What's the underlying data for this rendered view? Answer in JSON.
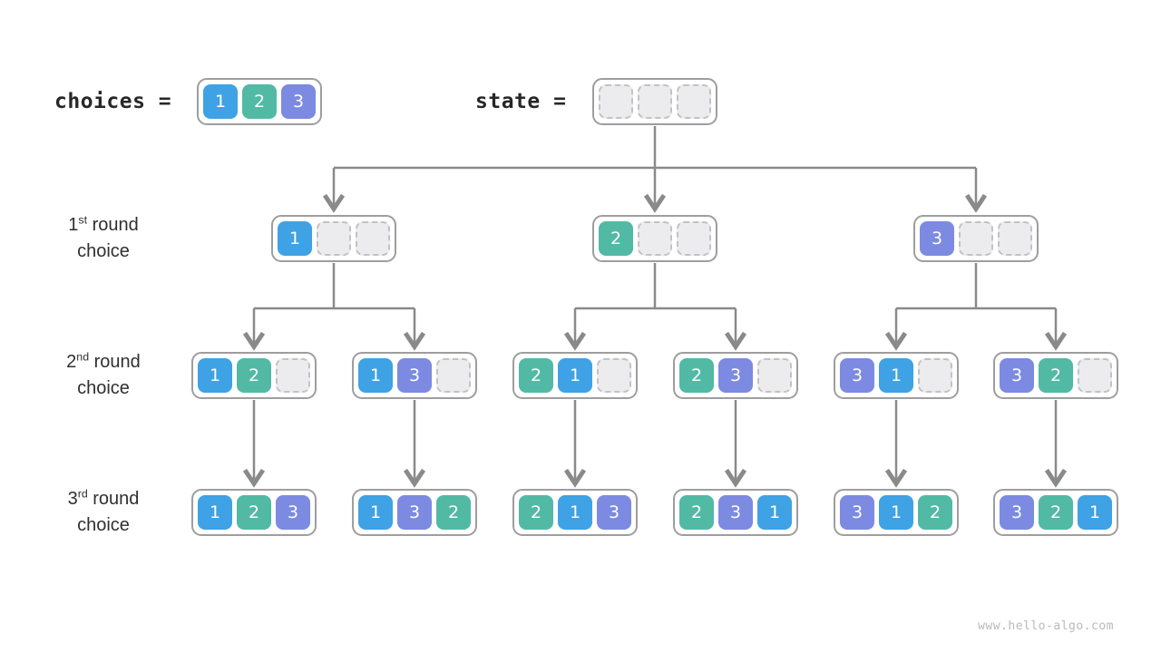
{
  "colors": {
    "c1": "#3fa2e4",
    "c2": "#52b9a5",
    "c3": "#7d8ae1"
  },
  "header": {
    "choices_label": "choices =",
    "choices": [
      1,
      2,
      3
    ],
    "state_label": "state =",
    "state": [
      null,
      null,
      null
    ]
  },
  "row_labels": [
    {
      "num": "1",
      "sup": "st",
      "after": " round",
      "line2": "choice"
    },
    {
      "num": "2",
      "sup": "nd",
      "after": " round",
      "line2": "choice"
    },
    {
      "num": "3",
      "sup": "rd",
      "after": " round",
      "line2": "choice"
    }
  ],
  "tree": {
    "level1": [
      [
        1,
        null,
        null
      ],
      [
        2,
        null,
        null
      ],
      [
        3,
        null,
        null
      ]
    ],
    "level2": [
      [
        1,
        2,
        null
      ],
      [
        1,
        3,
        null
      ],
      [
        2,
        1,
        null
      ],
      [
        2,
        3,
        null
      ],
      [
        3,
        1,
        null
      ],
      [
        3,
        2,
        null
      ]
    ],
    "level3": [
      [
        1,
        2,
        3
      ],
      [
        1,
        3,
        2
      ],
      [
        2,
        1,
        3
      ],
      [
        2,
        3,
        1
      ],
      [
        3,
        1,
        2
      ],
      [
        3,
        2,
        1
      ]
    ]
  },
  "watermark": "www.hello-algo.com"
}
